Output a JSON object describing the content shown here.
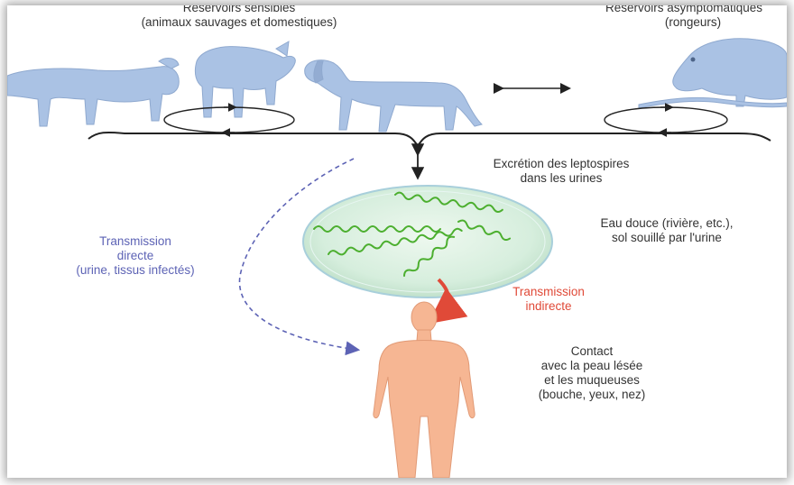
{
  "reservoirs": {
    "sensitive": {
      "title": "Réservoirs sensibles",
      "subtitle": "(animaux sauvages et domestiques)"
    },
    "asymptomatic": {
      "title": "Réservoirs asymptomatiques",
      "subtitle": "(rongeurs)"
    }
  },
  "excretion": {
    "line1": "Excrétion des leptospires",
    "line2": "dans les urines"
  },
  "environment": {
    "line1": "Eau douce (rivière, etc.),",
    "line2": "sol souillé par l'urine"
  },
  "direct_transmission": {
    "line1": "Transmission",
    "line2": "directe",
    "line3": "(urine, tissus infectés)"
  },
  "indirect_transmission": {
    "line1": "Transmission",
    "line2": "indirecte"
  },
  "contact": {
    "line1": "Contact",
    "line2": "avec la peau lésée",
    "line3": "et les muqueuses",
    "line4": "(bouche, yeux, nez)"
  },
  "colors": {
    "animal_fill": "#aac2e4",
    "human_fill": "#f6b693",
    "direct_arrow": "#5d63b5",
    "indirect_arrow": "#e04a38",
    "bacteria": "#4caf2f",
    "water": "#d6eedd"
  }
}
